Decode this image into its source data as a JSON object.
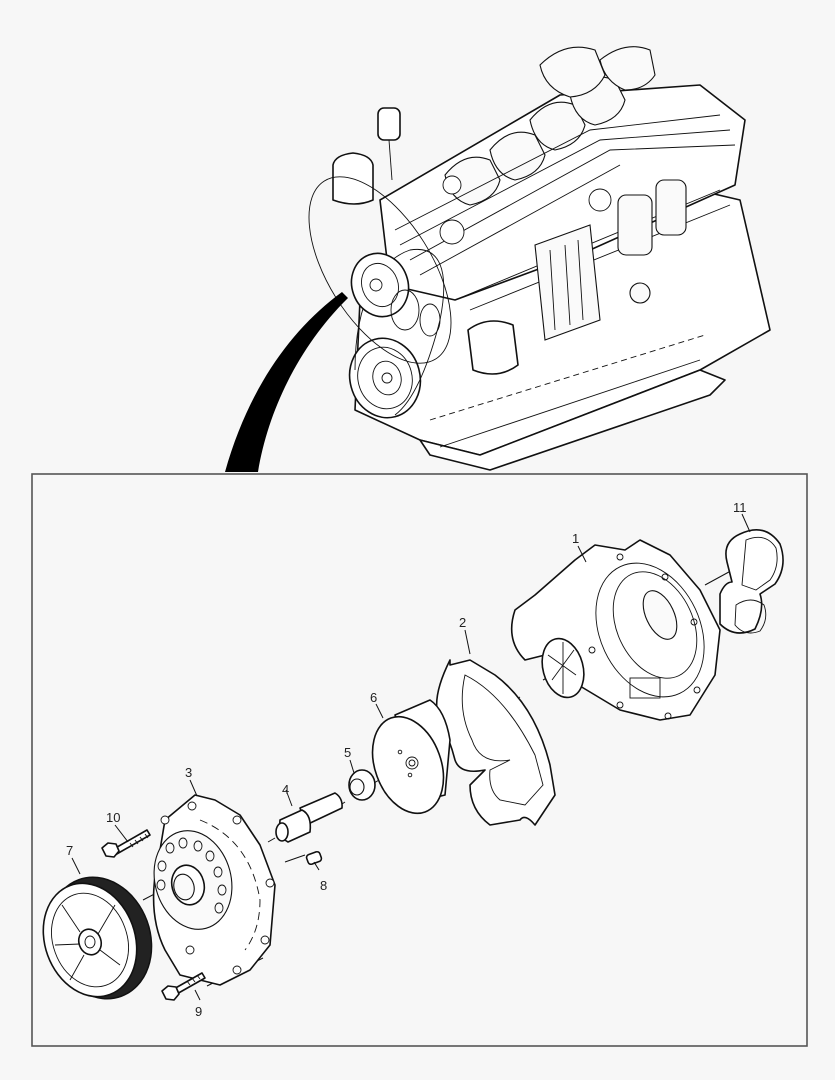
{
  "diagram": {
    "type": "exploded-parts-view",
    "subject": "engine coolant pump assembly",
    "background_color": "#f7f7f7",
    "frame_color": "#555555",
    "overview": {
      "name": "engine-overview",
      "highlight": "front coolant pump region circled, with black pointer to detail frame"
    },
    "callouts": [
      {
        "id": "1",
        "label": "1",
        "part": "pump-housing"
      },
      {
        "id": "2",
        "label": "2",
        "part": "housing-gasket"
      },
      {
        "id": "3",
        "label": "3",
        "part": "pump-cover"
      },
      {
        "id": "4",
        "label": "4",
        "part": "shaft-bearing"
      },
      {
        "id": "5",
        "label": "5",
        "part": "shaft-seal"
      },
      {
        "id": "6",
        "label": "6",
        "part": "impeller"
      },
      {
        "id": "7",
        "label": "7",
        "part": "pulley"
      },
      {
        "id": "8",
        "label": "8",
        "part": "dowel-pin"
      },
      {
        "id": "9",
        "label": "9",
        "part": "lower-bolt"
      },
      {
        "id": "10",
        "label": "10",
        "part": "upper-bolt"
      },
      {
        "id": "11",
        "label": "11",
        "part": "rear-seal-gasket"
      }
    ]
  }
}
